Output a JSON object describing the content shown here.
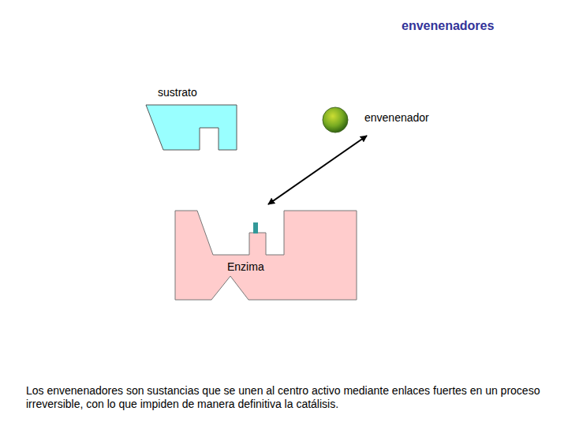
{
  "diagram": {
    "title": "envenenadores",
    "caption": "Los envenenadores son sustancias que se unen al centro activo mediante enlaces fuertes en un proceso irreversible, con lo que impiden de manera definitiva la catálisis.",
    "nodes": [
      {
        "text": [
          "sustrato"
        ]
      },
      {
        "text": [
          "envenenador"
        ]
      },
      {
        "text": [
          "Enzima"
        ]
      }
    ],
    "edges": [
      {
        "from": 1,
        "to": 2,
        "arrow": "both"
      }
    ]
  }
}
